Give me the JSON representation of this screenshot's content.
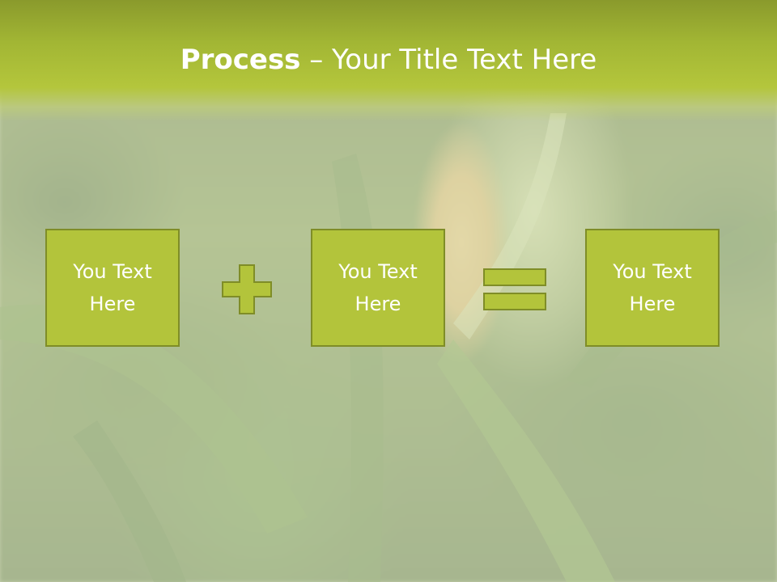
{
  "title": {
    "bold": "Process",
    "rest": " – Your Title Text Here"
  },
  "boxes": [
    {
      "label": "You Text\nHere"
    },
    {
      "label": "You Text\nHere"
    },
    {
      "label": "You Text\nHere"
    }
  ],
  "operators": {
    "plus_icon": "plus-icon",
    "equals_icon": "equals-icon"
  },
  "colors": {
    "title_band": "#a2b634",
    "box_fill": "#b3c43b",
    "box_border": "#7f8d27",
    "text": "#ffffff"
  }
}
